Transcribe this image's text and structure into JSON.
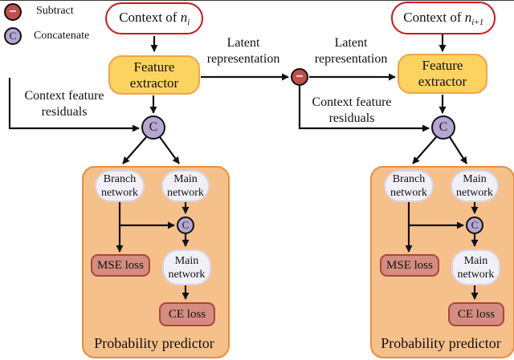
{
  "figure": {
    "legend": [
      {
        "symbol": "−",
        "label": "Subtract"
      },
      {
        "symbol": "C",
        "label": "Concatenate"
      }
    ],
    "context_left": {
      "text": "Context of ",
      "var": "n",
      "sub": "i"
    },
    "context_right": {
      "text": "Context of ",
      "var": "n",
      "sub": "i+1"
    },
    "feature_extractor_left": "Feature extractor",
    "feature_extractor_right": "Feature extractor",
    "latent_left": "Latent representation",
    "latent_right": "Latent representation",
    "residuals_left": "Context feature residuals",
    "residuals_right": "Context feature residuals",
    "subtract_symbol": "−",
    "predictors": [
      {
        "branch": "Branch network",
        "main_top": "Main network",
        "concat": "C",
        "mse": "MSE loss",
        "main_bottom": "Main network",
        "ce": "CE loss",
        "title": "Probability predictor"
      },
      {
        "branch": "Branch network",
        "main_top": "Main network",
        "concat": "C",
        "mse": "MSE loss",
        "main_bottom": "Main network",
        "ce": "CE loss",
        "title": "Probability predictor"
      }
    ],
    "colors": {
      "subtract_fill": "#bf4f4b",
      "concat_fill": "#b4a7d2",
      "context_border": "#d01616",
      "extractor_fill": "#fcd35e",
      "extractor_border": "#f2a24b",
      "predictor_fill": "#f6c08b",
      "predictor_border": "#e98d3e",
      "network_fill": "#f2f0f7",
      "network_border": "#d8d4e4",
      "loss_fill": "#d48d80",
      "loss_border": "#a8473e",
      "line": "#111111"
    }
  }
}
